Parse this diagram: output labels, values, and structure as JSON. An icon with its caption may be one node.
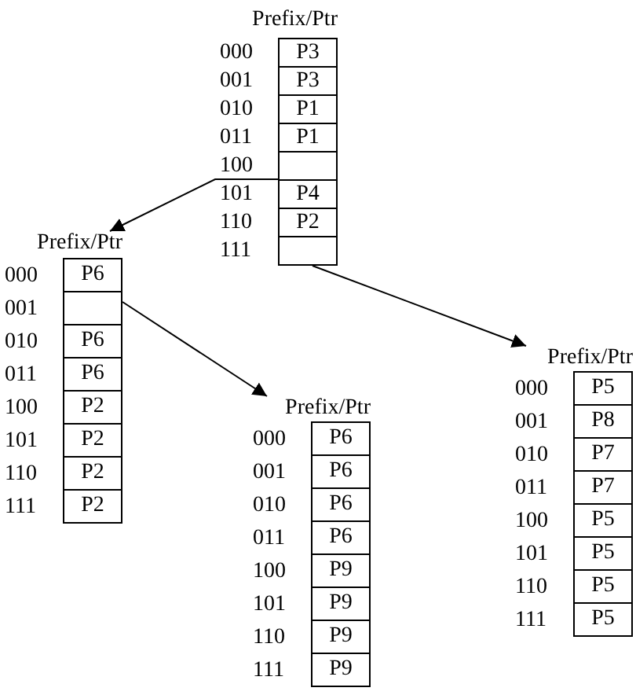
{
  "diagram": {
    "nodes": [
      {
        "text": [
          "Prefix/Ptr"
        ]
      },
      {
        "text": [
          "P3"
        ],
        "beside": [
          "000"
        ],
        "in": 0
      },
      {
        "text": [
          "P3"
        ],
        "beside": [
          "001"
        ],
        "in": 0
      },
      {
        "text": [
          "P1"
        ],
        "beside": [
          "010"
        ],
        "in": 0
      },
      {
        "text": [
          "P1"
        ],
        "beside": [
          "011"
        ],
        "in": 0
      },
      {
        "text": [],
        "shape": "box",
        "beside": [
          "100"
        ],
        "in": 0
      },
      {
        "text": [
          "P4"
        ],
        "beside": [
          "101"
        ],
        "in": 0
      },
      {
        "text": [
          "P2"
        ],
        "beside": [
          "110"
        ],
        "in": 0
      },
      {
        "text": [],
        "shape": "box",
        "beside": [
          "111"
        ],
        "in": 0
      },
      {
        "text": [
          "Prefix/Ptr"
        ]
      },
      {
        "text": [
          "P6"
        ],
        "beside": [
          "000"
        ],
        "in": 9
      },
      {
        "text": [],
        "shape": "box",
        "beside": [
          "001"
        ],
        "in": 9
      },
      {
        "text": [
          "P6"
        ],
        "beside": [
          "010"
        ],
        "in": 9
      },
      {
        "text": [
          "P6"
        ],
        "beside": [
          "011"
        ],
        "in": 9
      },
      {
        "text": [
          "P2"
        ],
        "beside": [
          "100"
        ],
        "in": 9
      },
      {
        "text": [
          "P2"
        ],
        "beside": [
          "101"
        ],
        "in": 9
      },
      {
        "text": [
          "P2"
        ],
        "beside": [
          "110"
        ],
        "in": 9
      },
      {
        "text": [
          "P2"
        ],
        "beside": [
          "111"
        ],
        "in": 9
      },
      {
        "text": [
          "Prefix/Ptr"
        ]
      },
      {
        "text": [
          "P5"
        ],
        "beside": [
          "000"
        ],
        "in": 18
      },
      {
        "text": [
          "P8"
        ],
        "beside": [
          "001"
        ],
        "in": 18
      },
      {
        "text": [
          "P7"
        ],
        "beside": [
          "010"
        ],
        "in": 18
      },
      {
        "text": [
          "P7"
        ],
        "beside": [
          "011"
        ],
        "in": 18
      },
      {
        "text": [
          "P5"
        ],
        "beside": [
          "100"
        ],
        "in": 18
      },
      {
        "text": [
          "P5"
        ],
        "beside": [
          "101"
        ],
        "in": 18
      },
      {
        "text": [
          "P5"
        ],
        "beside": [
          "110"
        ],
        "in": 18
      },
      {
        "text": [
          "P5"
        ],
        "beside": [
          "111"
        ],
        "in": 18
      },
      {
        "text": [
          "Prefix/Ptr"
        ]
      },
      {
        "text": [
          "P6"
        ],
        "beside": [
          "000"
        ],
        "in": 27
      },
      {
        "text": [
          "P6"
        ],
        "beside": [
          "001"
        ],
        "in": 27
      },
      {
        "text": [
          "P6"
        ],
        "beside": [
          "010"
        ],
        "in": 27
      },
      {
        "text": [
          "P6"
        ],
        "beside": [
          "011"
        ],
        "in": 27
      },
      {
        "text": [
          "P9"
        ],
        "beside": [
          "100"
        ],
        "in": 27
      },
      {
        "text": [
          "P9"
        ],
        "beside": [
          "101"
        ],
        "in": 27
      },
      {
        "text": [
          "P9"
        ],
        "beside": [
          "110"
        ],
        "in": 27
      },
      {
        "text": [
          "P9"
        ],
        "beside": [
          "111"
        ],
        "in": 27
      }
    ],
    "edges": [
      {
        "from": 5,
        "to": 9,
        "arrow": "to"
      },
      {
        "from": 8,
        "to": 18,
        "arrow": "to"
      },
      {
        "from": 11,
        "to": 27,
        "arrow": "to"
      }
    ]
  }
}
